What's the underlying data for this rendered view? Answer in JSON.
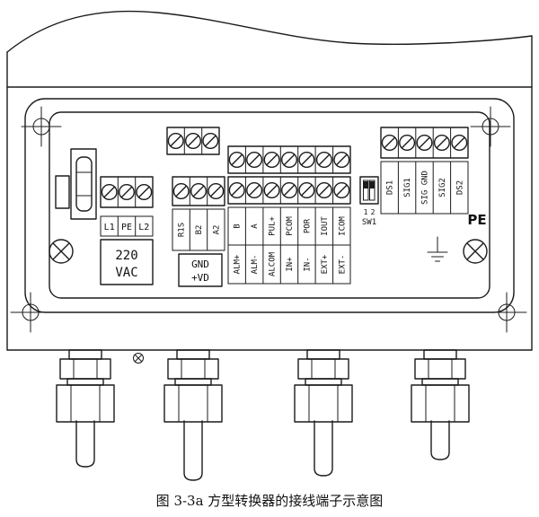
{
  "figure": {
    "caption": "图 3-3a 方型转换器的接线端子示意图"
  },
  "power_block": {
    "terminals": [
      "L1",
      "PE",
      "L2"
    ],
    "voltage": [
      "220",
      "VAC"
    ]
  },
  "comm_block": {
    "terminals": [
      "R1S",
      "B2",
      "A2"
    ],
    "aux": [
      "GND",
      "+VD"
    ]
  },
  "io_block": {
    "row1": [
      "B",
      "A",
      "PUL+",
      "PCOM",
      "POR",
      "IOUT",
      "ICOM"
    ],
    "row2": [
      "ALM+",
      "ALM-",
      "ALCOM",
      "IN+",
      "IN-",
      "EXT+",
      "EXT-"
    ]
  },
  "signal_block": {
    "terminals": [
      "DS1",
      "SIG1",
      "SIG GND",
      "SIG2",
      "DS2"
    ]
  },
  "dip_switch": {
    "positions": [
      "1",
      "2"
    ],
    "label": "SW1"
  },
  "ground": {
    "label": "PE"
  }
}
